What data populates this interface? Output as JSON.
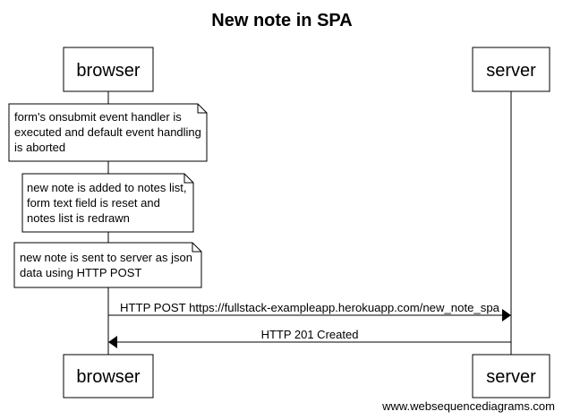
{
  "diagram": {
    "title": "New note in SPA",
    "participants": {
      "left": "browser",
      "right": "server"
    },
    "notes": [
      {
        "lines": [
          "form's onsubmit event handler is",
          "executed and default event handling",
          "is aborted"
        ]
      },
      {
        "lines": [
          "new note is added to notes list,",
          "form text field is reset and",
          "notes list is redrawn"
        ]
      },
      {
        "lines": [
          "new note is sent to server as json",
          "data using HTTP POST"
        ]
      }
    ],
    "messages": [
      {
        "label": "HTTP POST https://fullstack-exampleapp.herokuapp.com/new_note_spa",
        "from": "browser",
        "to": "server"
      },
      {
        "label": "HTTP 201 Created",
        "from": "server",
        "to": "browser"
      }
    ],
    "watermark": "www.websequencediagrams.com"
  }
}
